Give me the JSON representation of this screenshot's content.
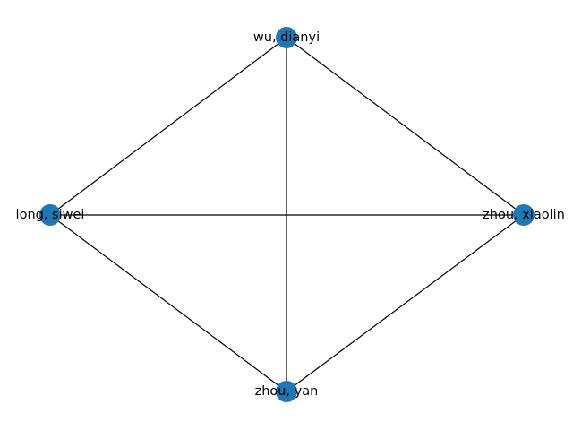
{
  "graph": {
    "node_color": "#1f77b4",
    "edge_color": "#000000",
    "nodes": [
      {
        "id": "wu",
        "label": "wu, dianyi"
      },
      {
        "id": "long",
        "label": "long, siwei"
      },
      {
        "id": "xiaolin",
        "label": "zhou, xiaolin"
      },
      {
        "id": "yan",
        "label": "zhou, yan"
      }
    ],
    "edges": [
      {
        "source": "wu",
        "target": "long"
      },
      {
        "source": "wu",
        "target": "xiaolin"
      },
      {
        "source": "wu",
        "target": "yan"
      },
      {
        "source": "long",
        "target": "xiaolin"
      },
      {
        "source": "long",
        "target": "yan"
      },
      {
        "source": "xiaolin",
        "target": "yan"
      }
    ]
  }
}
